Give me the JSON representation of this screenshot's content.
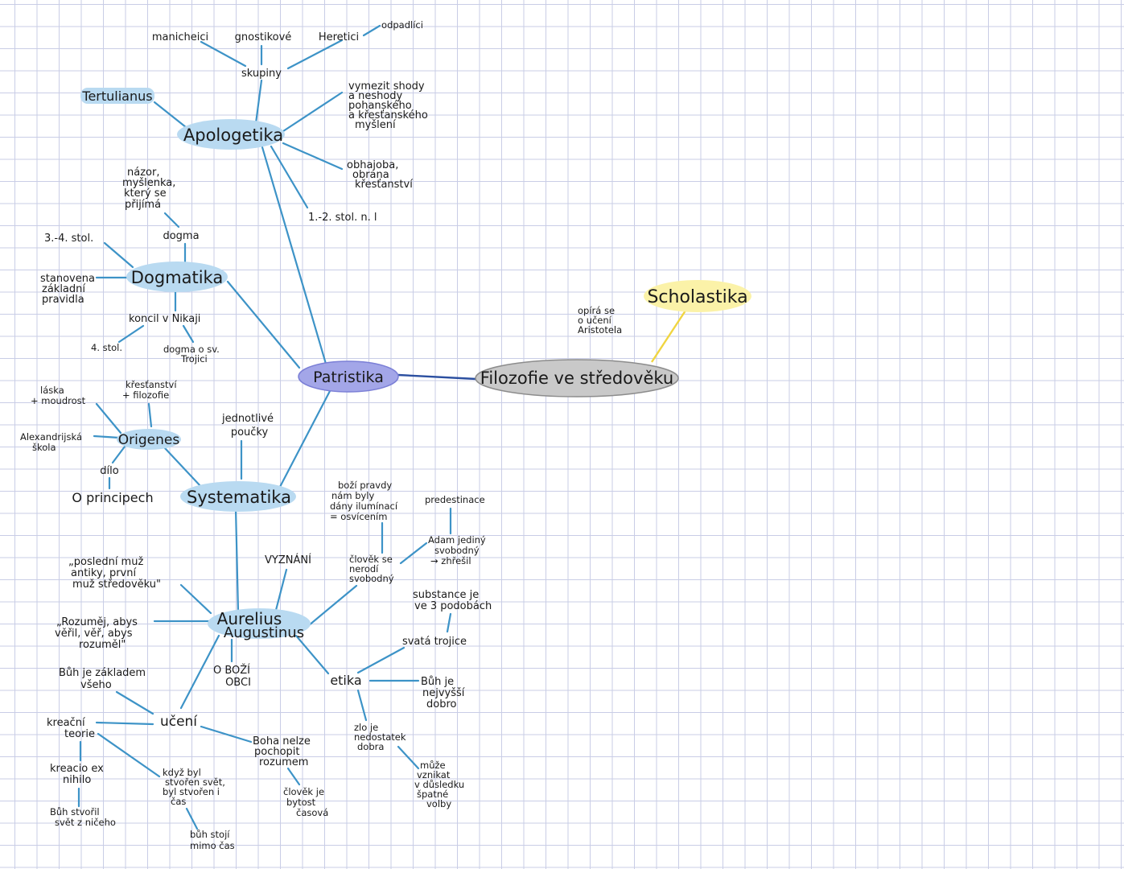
{
  "colors": {
    "center": "#c9c9c9",
    "patristika": "#a3a6e8",
    "blue_node": "#b9daf1",
    "scholastika": "#fbf2a8",
    "edge_blue": "#3d93c7",
    "edge_dark": "#2b4fa0",
    "edge_yellow": "#f0d540",
    "grid": "#c9cde6"
  },
  "nodes": {
    "center": "Filozofie ve středověku",
    "scholastika": "Scholastika",
    "scholastika_note": [
      "opírá se",
      "o učení",
      "Aristotela"
    ],
    "patristika": "Patristika",
    "apologetika": "Apologetika",
    "dogmatika": "Dogmatika",
    "systematika": "Systematika",
    "origenes": "Origenes",
    "aurelius": [
      "Aurelius",
      "Augustinus"
    ],
    "tertulianus": "Tertulianus"
  },
  "apologetika": {
    "skupiny": "skupiny",
    "manicheici": "manicheici",
    "gnostikove": "gnostikové",
    "heretici": "Heretici",
    "odpadlici": "odpadlíci",
    "vymezit": [
      "vymezit shody",
      "a neshody",
      "pohanského",
      "a křesťanského",
      "myšlení"
    ],
    "obhajoba": [
      "obhajoba,",
      "obrana",
      "křesťanství"
    ],
    "stol": "1.-2. stol. n. l"
  },
  "dogmatika": {
    "dogma": "dogma",
    "nazor": [
      "názor,",
      "myšlenka,",
      "který se",
      "přijímá"
    ],
    "stol": "3.-4. stol.",
    "stanovena": [
      "stanovena",
      "základní",
      "pravidla"
    ],
    "koncil": "koncil v Nikaji",
    "stol4": "4. stol.",
    "dogma_trojice": [
      "dogma o sv.",
      "Trojici"
    ]
  },
  "origenes": {
    "laska": [
      "láska",
      "+ moudrost"
    ],
    "krestanstvi": [
      "křesťanství",
      "+ filozofie"
    ],
    "alexandrijska": [
      "Alexandrijská",
      "škola"
    ],
    "dilo": "dílo",
    "o_principech": "O principech"
  },
  "systematika": {
    "jednotlive": [
      "jednotlivé",
      "poučky"
    ]
  },
  "augustinus": {
    "posledni": [
      "„poslední muž",
      "antiky, první",
      "muž středověku\""
    ],
    "vyznani": "VYZNÁNÍ",
    "rozumej": [
      "„Rozuměj, abys",
      "věřil, věř, abys",
      "rozuměl\""
    ],
    "bozi_obci": [
      "O BOŽÍ",
      "OBCI"
    ],
    "boz_pravdy": [
      "boží pravdy",
      "nám byly",
      "dány ilumínací",
      "= osvícením"
    ],
    "predestinace": "predestinace",
    "adam": [
      "Adam jediný",
      "svobodný",
      "→ zhřešil"
    ],
    "clovek_nerodi": [
      "člověk se",
      "nerodí",
      "svobodný"
    ],
    "substance": [
      "substance je",
      "ve 3 podobách"
    ],
    "trojice": "svatá trojice",
    "etika": "etika",
    "buh_nejvyssi": [
      "Bůh je",
      "nejvyšší",
      "dobro"
    ],
    "zlo": [
      "zlo je",
      "nedostatek",
      "dobra"
    ],
    "muze_vznikat": [
      "může",
      "vznikat",
      "v důsledku",
      "špatné",
      "volby"
    ],
    "uceni": "učení",
    "buh_zakladem": [
      "Bůh je základem",
      "všeho"
    ],
    "kreacni": [
      "kreační",
      "teorie"
    ],
    "kreacio": [
      "kreacio ex",
      "nihilo"
    ],
    "buh_stvoril": [
      "Bůh stvořil",
      "svět z ničeho"
    ],
    "kdyz_byl": [
      "když byl",
      "stvořen svět,",
      "byl stvořen i",
      "čas"
    ],
    "buh_stoji": [
      "bůh stojí",
      "mimo čas"
    ],
    "boha_nelze": [
      "Boha nelze",
      "pochopit",
      "rozumem"
    ],
    "clovek_casova": [
      "člověk je",
      "bytost",
      "časová"
    ]
  }
}
